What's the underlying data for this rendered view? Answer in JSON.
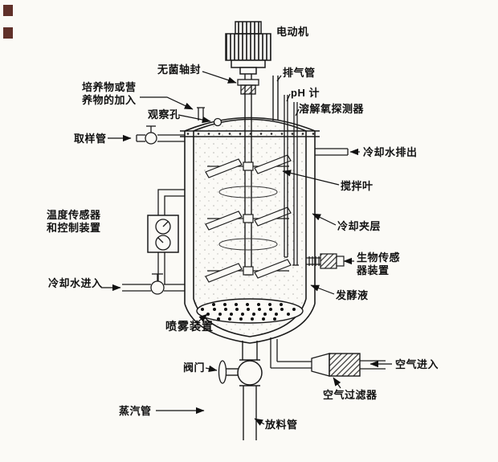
{
  "labels": {
    "motor": "电动机",
    "sterile_shaft_seal": "无菌轴封",
    "exhaust_pipe": "排气管",
    "ph_meter": "pH 计",
    "do_probe": "溶解氧探测器",
    "feed_line1": "培养物或营",
    "feed_line2": "养物的加入",
    "observation_port": "观察孔",
    "sampling_tube": "取样管",
    "cooling_water_out": "冷却水排出",
    "impeller_blade": "搅拌叶",
    "temp_sensor_line1": "温度传感器",
    "temp_sensor_line2": "和控制装置",
    "cooling_jacket": "冷却夹层",
    "biosensor_line1": "生物传感",
    "biosensor_line2": "器装置",
    "cooling_water_in": "冷却水进入",
    "fermentation_broth": "发酵液",
    "sparger": "喷雾装置",
    "valve": "阀门",
    "air_in": "空气进入",
    "air_filter": "空气过滤器",
    "steam_pipe": "蒸汽管",
    "discharge_pipe": "放料管"
  },
  "colors": {
    "line": "#1b1b1b",
    "background": "#fbfaf6",
    "artifact_mark": "#4f1913"
  }
}
